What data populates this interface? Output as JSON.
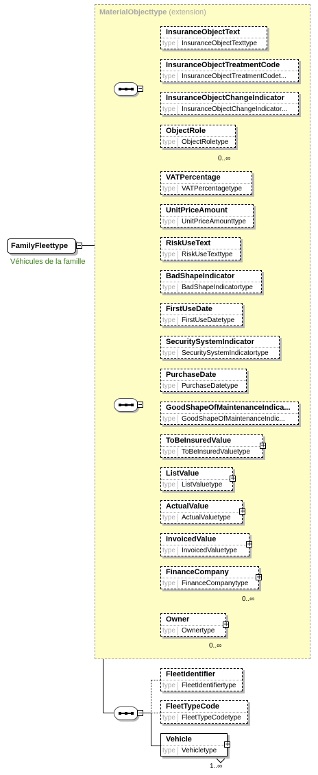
{
  "root": {
    "name": "FamilyFleettype",
    "documentation": "Véhicules de la famille"
  },
  "extension": {
    "base": "MaterialObjecttype",
    "kind": "(extension)"
  },
  "type_label": "type",
  "groups": [
    {
      "elements": [
        {
          "name": "InsuranceObjectText",
          "type": "InsuranceObjectTexttype"
        },
        {
          "name": "InsuranceObjectTreatmentCode",
          "type": "InsuranceObjectTreatmentCodet..."
        },
        {
          "name": "InsuranceObjectChangeIndicator",
          "type": "InsuranceObjectChangeIndicator..."
        },
        {
          "name": "ObjectRole",
          "type": "ObjectRoletype",
          "occurrence": "0..∞"
        }
      ]
    },
    {
      "elements": [
        {
          "name": "VATPercentage",
          "type": "VATPercentagetype"
        },
        {
          "name": "UnitPriceAmount",
          "type": "UnitPriceAmounttype"
        },
        {
          "name": "RiskUseText",
          "type": "RiskUseTexttype"
        },
        {
          "name": "BadShapeIndicator",
          "type": "BadShapeIndicatortype"
        },
        {
          "name": "FirstUseDate",
          "type": "FirstUseDatetype"
        },
        {
          "name": "SecuritySystemIndicator",
          "type": "SecuritySystemIndicatortype"
        },
        {
          "name": "PurchaseDate",
          "type": "PurchaseDatetype"
        },
        {
          "name": "GoodShapeOfMaintenanceIndica...",
          "type": "GoodShapeOfMaintenanceIndic..."
        },
        {
          "name": "ToBeInsuredValue",
          "type": "ToBeInsuredValuetype"
        },
        {
          "name": "ListValue",
          "type": "ListValuetype"
        },
        {
          "name": "ActualValue",
          "type": "ActualValuetype"
        },
        {
          "name": "InvoicedValue",
          "type": "InvoicedValuetype"
        },
        {
          "name": "FinanceCompany",
          "type": "FinanceCompanytype",
          "occurrence": "0..∞"
        },
        {
          "name": "Owner",
          "type": "Ownertype",
          "occurrence": "0..∞"
        }
      ]
    },
    {
      "elements": [
        {
          "name": "FleetIdentifier",
          "type": "FleetIdentifiertype"
        },
        {
          "name": "FleetTypeCode",
          "type": "FleetTypeCodetype"
        },
        {
          "name": "Vehicle",
          "type": "Vehicletype",
          "occurrence": "1..∞"
        }
      ]
    }
  ]
}
